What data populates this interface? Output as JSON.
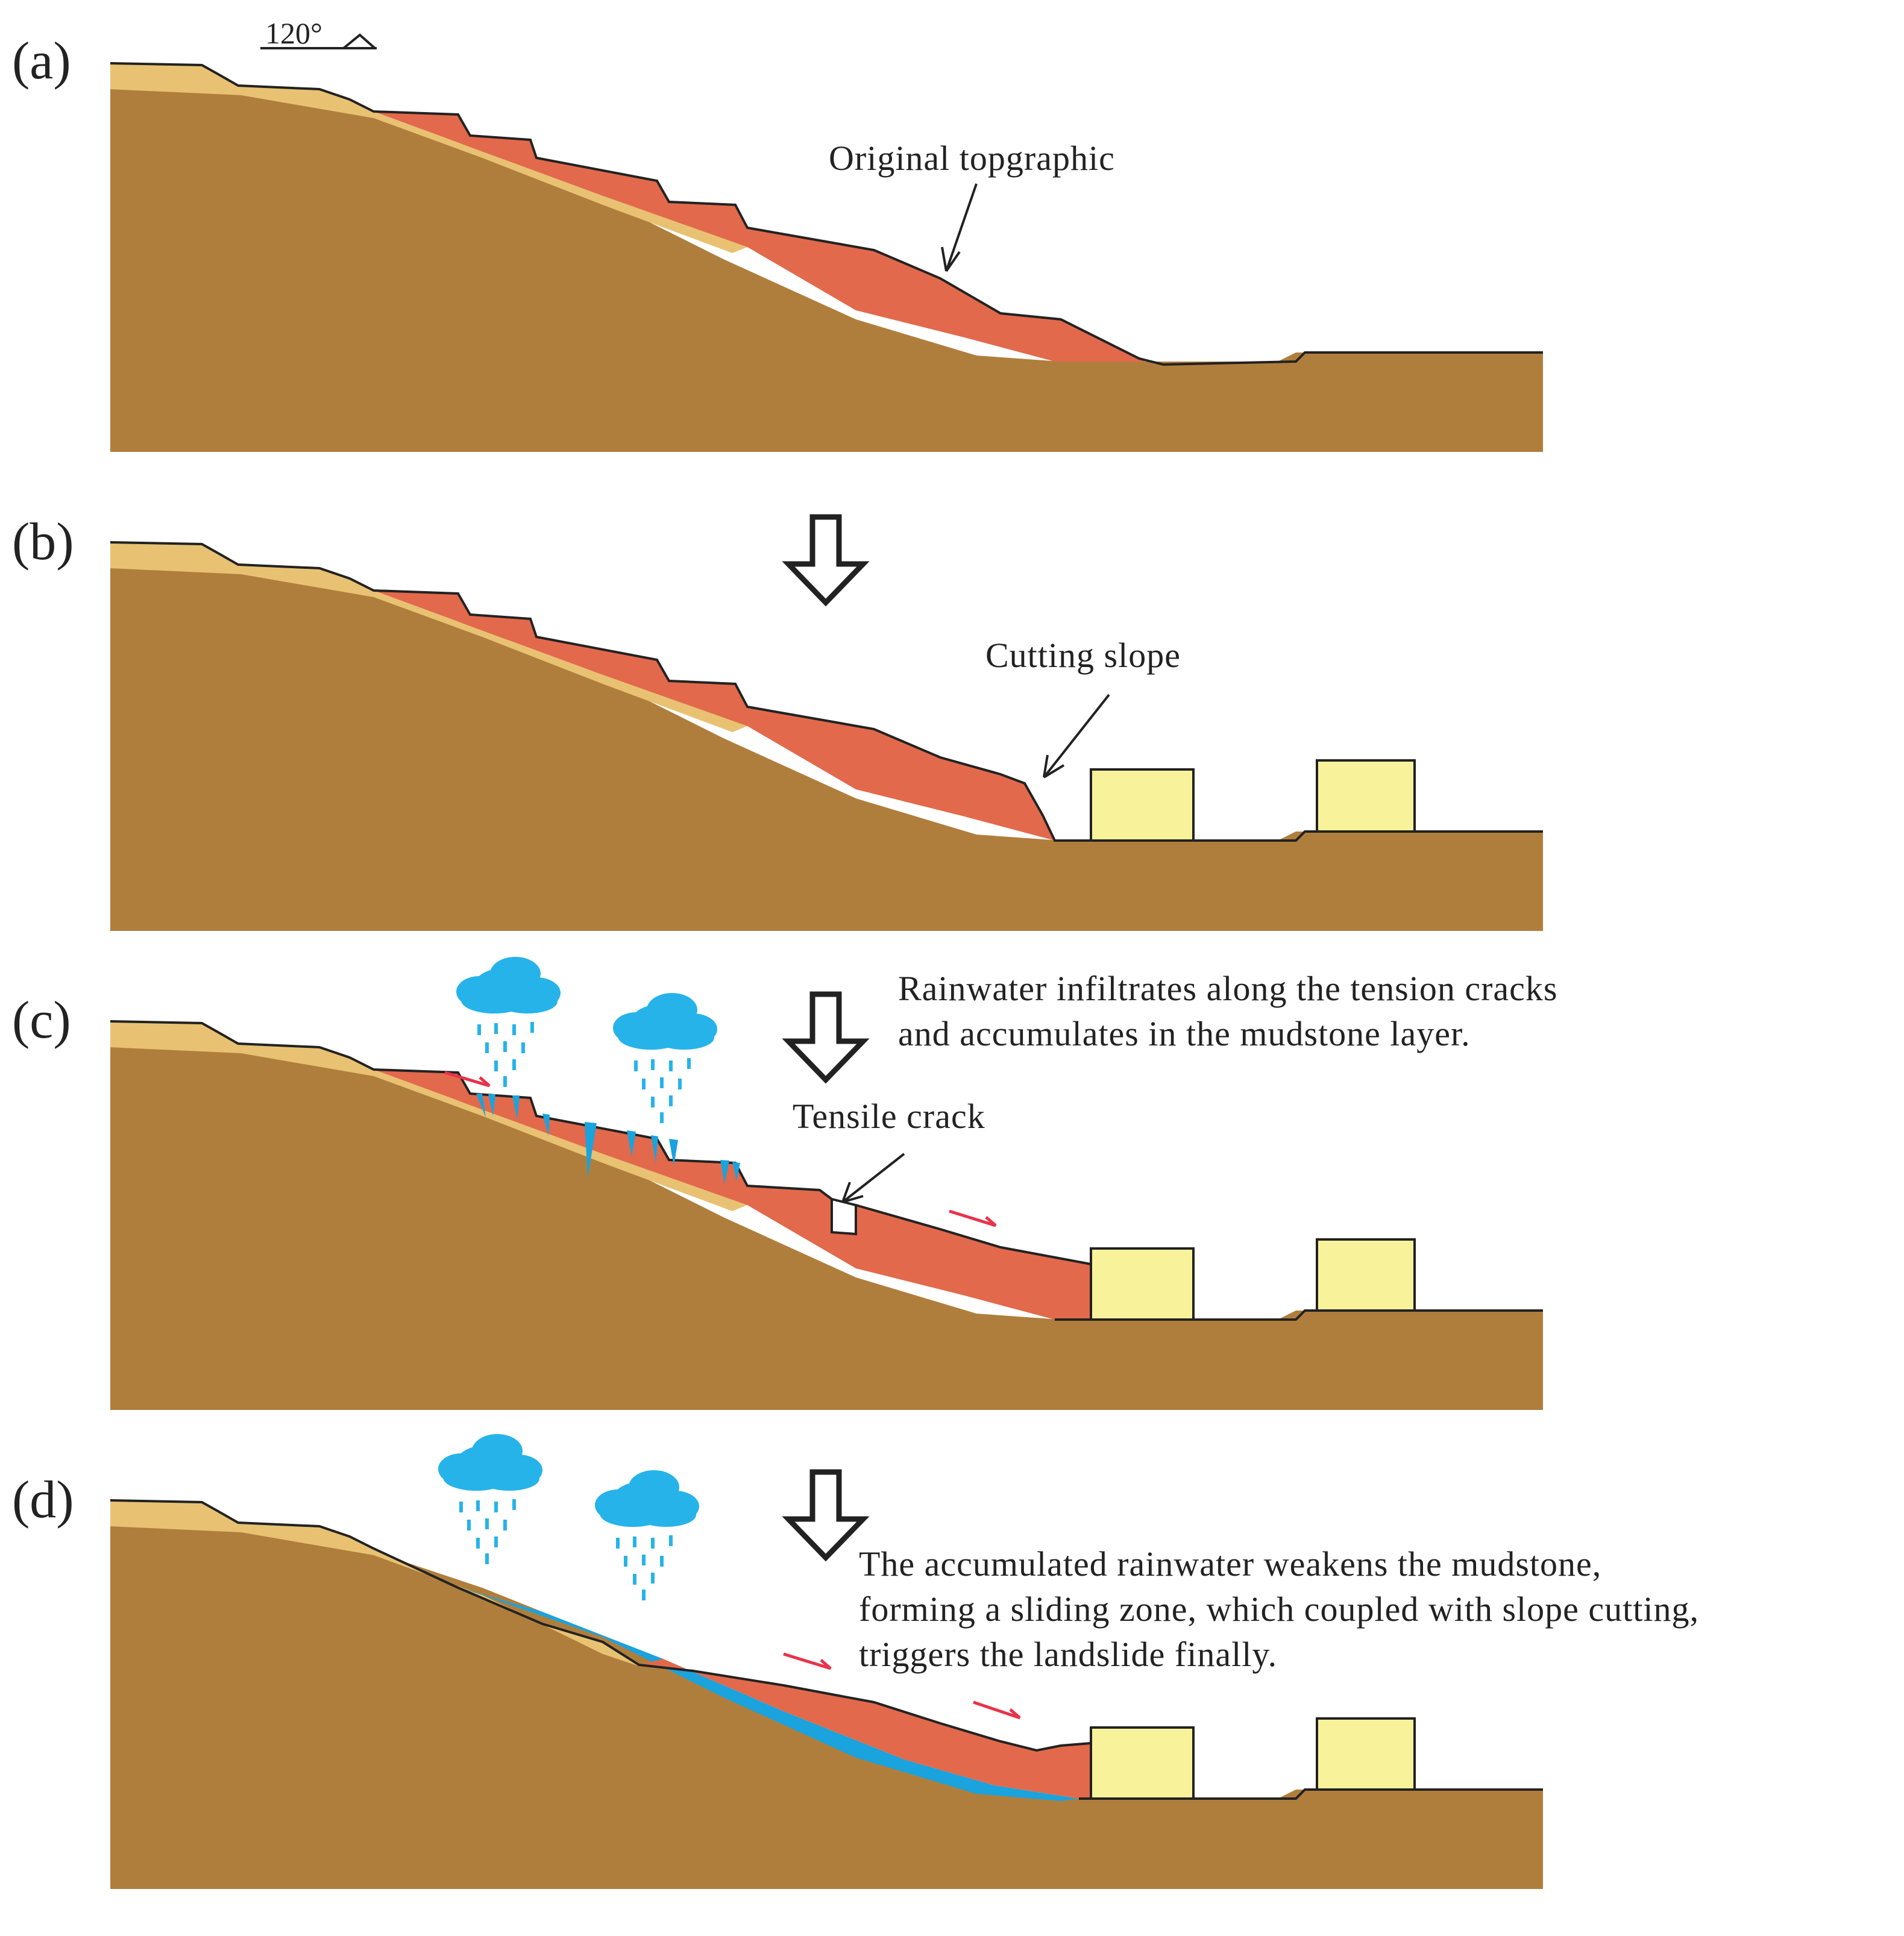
{
  "figure": {
    "azimuth_label": "120°",
    "colors": {
      "bedrock": "#b07e3c",
      "soil_layer": "#e8c272",
      "landslide_body": "#e2694b",
      "house": "#f8f29a",
      "water": "#1aa3dd",
      "rain_cloud": "#26b3ea",
      "slip_arrow": "#e8334a",
      "outline": "#222222"
    },
    "panels": [
      {
        "id": "a",
        "label": "(a)",
        "annotations": [
          "Original topgraphic"
        ]
      },
      {
        "id": "b",
        "label": "(b)",
        "annotations": [
          "Cutting slope"
        ]
      },
      {
        "id": "c",
        "label": "(c)",
        "annotations": [
          "Tensile crack"
        ],
        "description_lines": [
          "Rainwater infiltrates along the tension cracks",
          "and accumulates in the mudstone layer."
        ]
      },
      {
        "id": "d",
        "label": "(d)",
        "description_lines": [
          "The accumulated rainwater weakens the mudstone,",
          "forming a sliding zone, which coupled with slope cutting,",
          "triggers the landslide finally."
        ]
      }
    ]
  }
}
